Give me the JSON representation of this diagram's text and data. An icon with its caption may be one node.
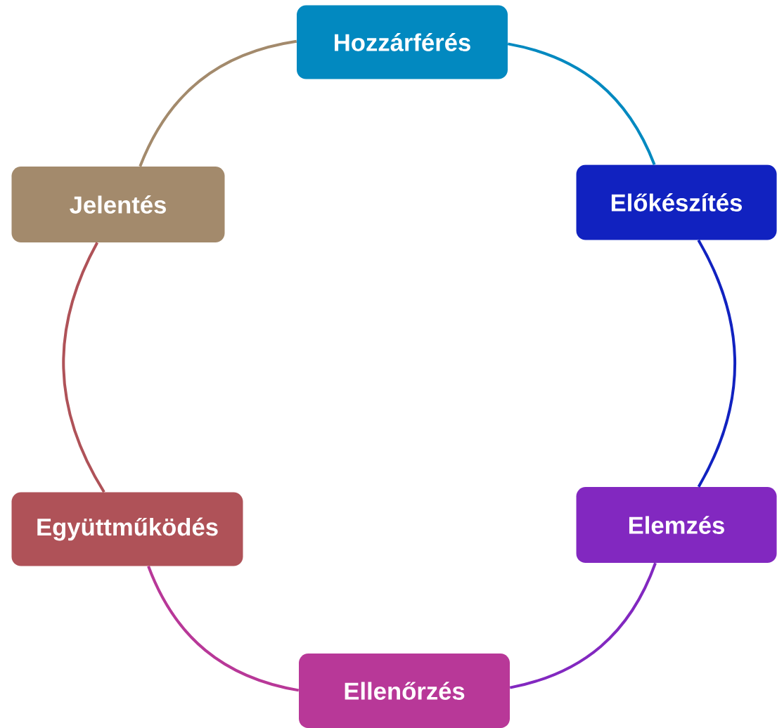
{
  "diagram": {
    "nodes": [
      {
        "text": [
          "Hozzárférés"
        ]
      },
      {
        "text": [
          "Előkészítés"
        ]
      },
      {
        "text": [
          "Elemzés"
        ]
      },
      {
        "text": [
          "Ellenőrzés"
        ]
      },
      {
        "text": [
          "Együttműködés"
        ]
      },
      {
        "text": [
          "Jelentés"
        ]
      }
    ],
    "edges": [
      {
        "from": 0,
        "to": 1,
        "arrow": "none",
        "color": "#0289c0"
      },
      {
        "from": 1,
        "to": 2,
        "arrow": "none",
        "color": "#1122c0"
      },
      {
        "from": 2,
        "to": 3,
        "arrow": "none",
        "color": "#8228c0"
      },
      {
        "from": 3,
        "to": 4,
        "arrow": "none",
        "color": "#b83898"
      },
      {
        "from": 4,
        "to": 5,
        "arrow": "none",
        "color": "#af5258"
      },
      {
        "from": 5,
        "to": 0,
        "arrow": "none",
        "color": "#a38a6c"
      }
    ]
  }
}
